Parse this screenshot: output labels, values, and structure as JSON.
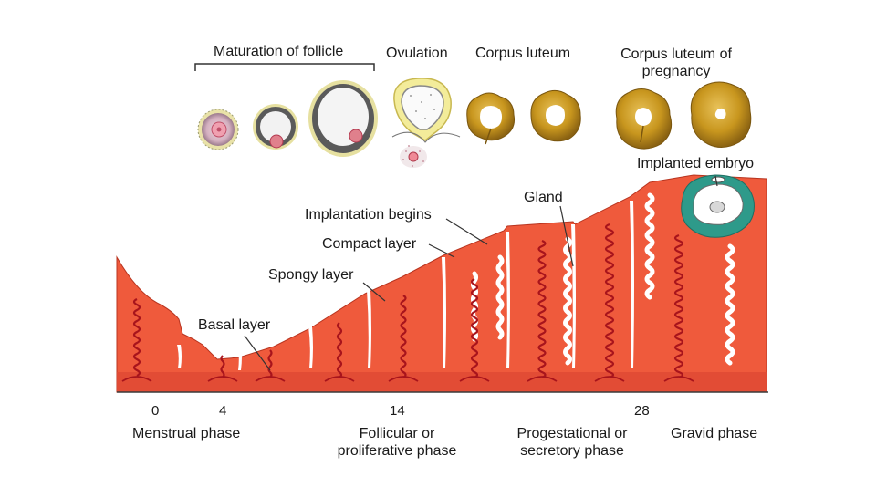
{
  "ovary": {
    "maturation_label": "Maturation of follicle",
    "ovulation_label": "Ovulation",
    "corpus_luteum_label": "Corpus luteum",
    "corpus_luteum_pregnancy_label": "Corpus luteum of pregnancy"
  },
  "endometrium": {
    "implanted_embryo": "Implanted embryo",
    "gland": "Gland",
    "implantation_begins": "Implantation begins",
    "compact_layer": "Compact layer",
    "spongy_layer": "Spongy layer",
    "basal_layer": "Basal layer"
  },
  "timeline": {
    "ticks": [
      "0",
      "4",
      "14",
      "28"
    ],
    "phases": [
      "Menstrual phase",
      "Follicular or proliferative phase",
      "Progestational or secretory phase",
      "Gravid phase"
    ]
  },
  "colors": {
    "endometrium": "#ef5a3c",
    "basal": "#e04a34",
    "vessel": "#a8141c",
    "corpus_luteum": "#c8961e",
    "embryo": "#2e9a8a"
  }
}
